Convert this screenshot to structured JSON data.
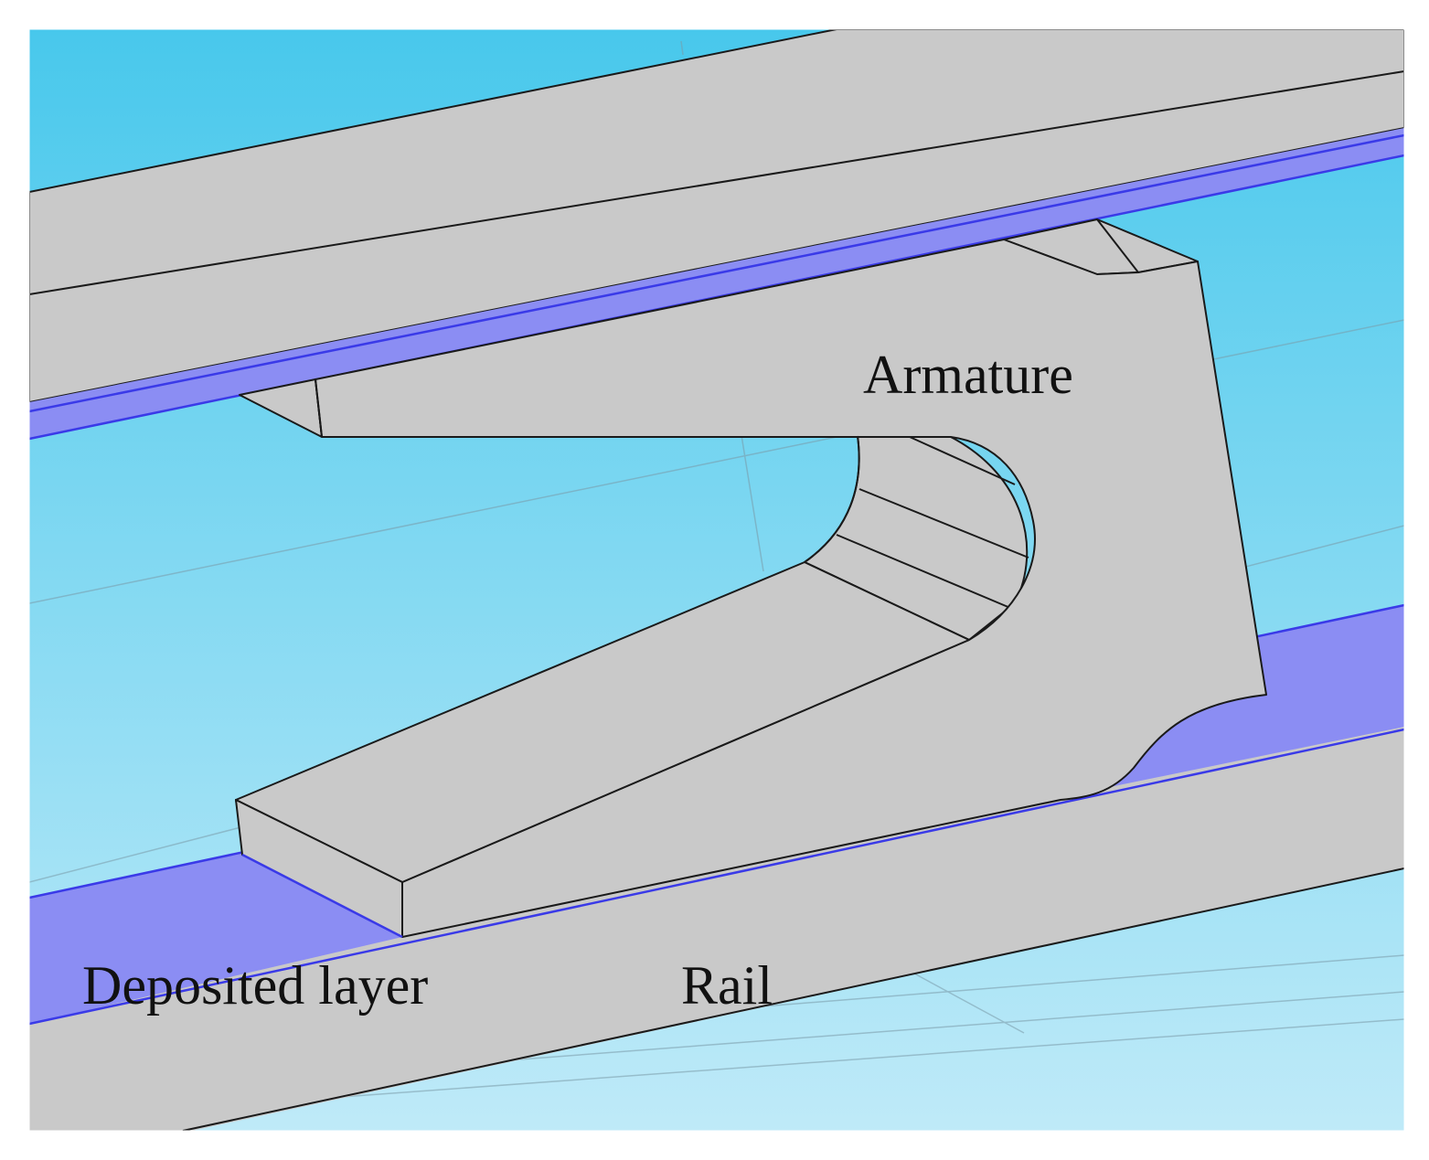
{
  "labels": {
    "armature": "Armature",
    "deposited_layer": "Deposited layer",
    "rail": "Rail"
  },
  "colors": {
    "background_top": "#48c8ec",
    "background_bottom": "#bfeaf8",
    "metal": "#c9c9c9",
    "deposited_layer": "#8b8df3",
    "deposited_edge": "#3a3ae8",
    "edge": "#1a1a1a",
    "frame": "#ffffff"
  }
}
